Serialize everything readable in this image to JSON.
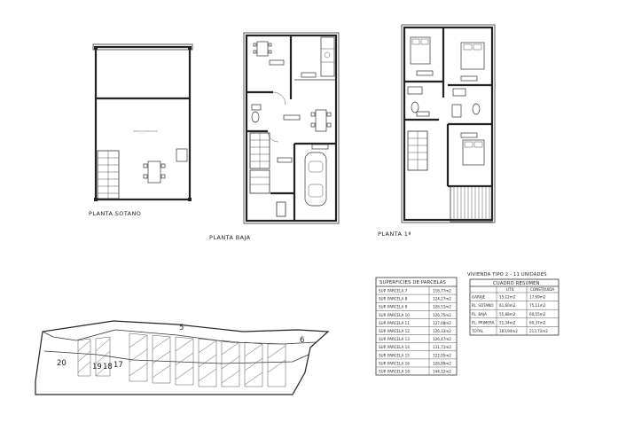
{
  "floor_plans": {
    "basement_label": "PLANTA SOTANO",
    "ground_label": "PLANTA BAJA",
    "first_label": "PLANTA 1ª"
  },
  "site_plan": {
    "lot_numbers": [
      "20",
      "19",
      "18",
      "17",
      "6",
      "5"
    ]
  },
  "parcels_table": {
    "title": "SUPERFICIES DE PARCELAS",
    "rows": [
      {
        "label": "SUP. PARCELA 7",
        "value": "116,77m2"
      },
      {
        "label": "SUP. PARCELA 8",
        "value": "124,27m2"
      },
      {
        "label": "SUP. PARCELA 9",
        "value": "126,51m2"
      },
      {
        "label": "SUP. PARCELA 10",
        "value": "126,75m2"
      },
      {
        "label": "SUP. PARCELA 11",
        "value": "127,08m2"
      },
      {
        "label": "SUP. PARCELA 12",
        "value": "126,33m2"
      },
      {
        "label": "SUP. PARCELA 13",
        "value": "126,47m2"
      },
      {
        "label": "SUP. PARCELA 14",
        "value": "131,71m2"
      },
      {
        "label": "SUP. PARCELA 15",
        "value": "122,05m2"
      },
      {
        "label": "SUP. PARCELA 16",
        "value": "126,89m2"
      },
      {
        "label": "SUP. PARCELA 18",
        "value": "144,12m2"
      }
    ]
  },
  "summary_table": {
    "heading": "VIVIENDA TIPO 2 - 11 UNIDADES",
    "title": "CUADRO RESUMEN",
    "columns": [
      "",
      "UTIL",
      "CONSTRUIDA"
    ],
    "rows": [
      {
        "label": "GARAJE",
        "util": "15,12m2",
        "construida": "17,69m2"
      },
      {
        "label": "PL. SOTANO",
        "util": "61,60m2",
        "construida": "75,11m2"
      },
      {
        "label": "PL. BAJA",
        "util": "55,88m2",
        "construida": "60,55m2"
      },
      {
        "label": "PL. PRIMERA",
        "util": "51,34m2",
        "construida": "60,37m2"
      },
      {
        "label": "TOTAL",
        "util": "183,94m2",
        "construida": "213,72m2"
      }
    ]
  }
}
